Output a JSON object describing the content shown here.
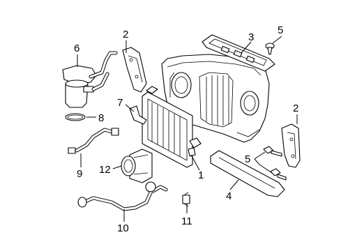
{
  "callouts": {
    "c1": "1",
    "c2a": "2",
    "c2b": "2",
    "c3": "3",
    "c4": "4",
    "c5a": "5",
    "c5b": "5",
    "c6": "6",
    "c7": "7",
    "c8": "8",
    "c9": "9",
    "c10": "10",
    "c11": "11",
    "c12": "12"
  },
  "colors": {
    "line": "#000000",
    "background": "#ffffff"
  }
}
